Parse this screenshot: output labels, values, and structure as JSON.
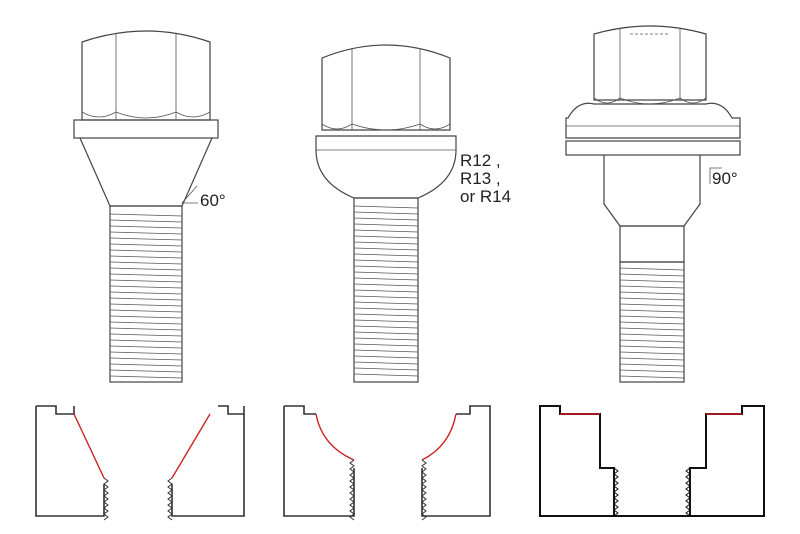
{
  "diagram": {
    "bolts": [
      {
        "name": "conical-seat-bolt",
        "angle_label": "60°"
      },
      {
        "name": "ball-seat-bolt",
        "radius_labels": [
          "R12 ,",
          "R13 ,",
          "or R14"
        ]
      },
      {
        "name": "flat-seat-bolt",
        "angle_label": "90°"
      }
    ],
    "colors": {
      "outline": "#444444",
      "seat_highlight": "#cc2222",
      "flat_seat_highlight": "#9b1c1c",
      "background": "#ffffff"
    }
  }
}
